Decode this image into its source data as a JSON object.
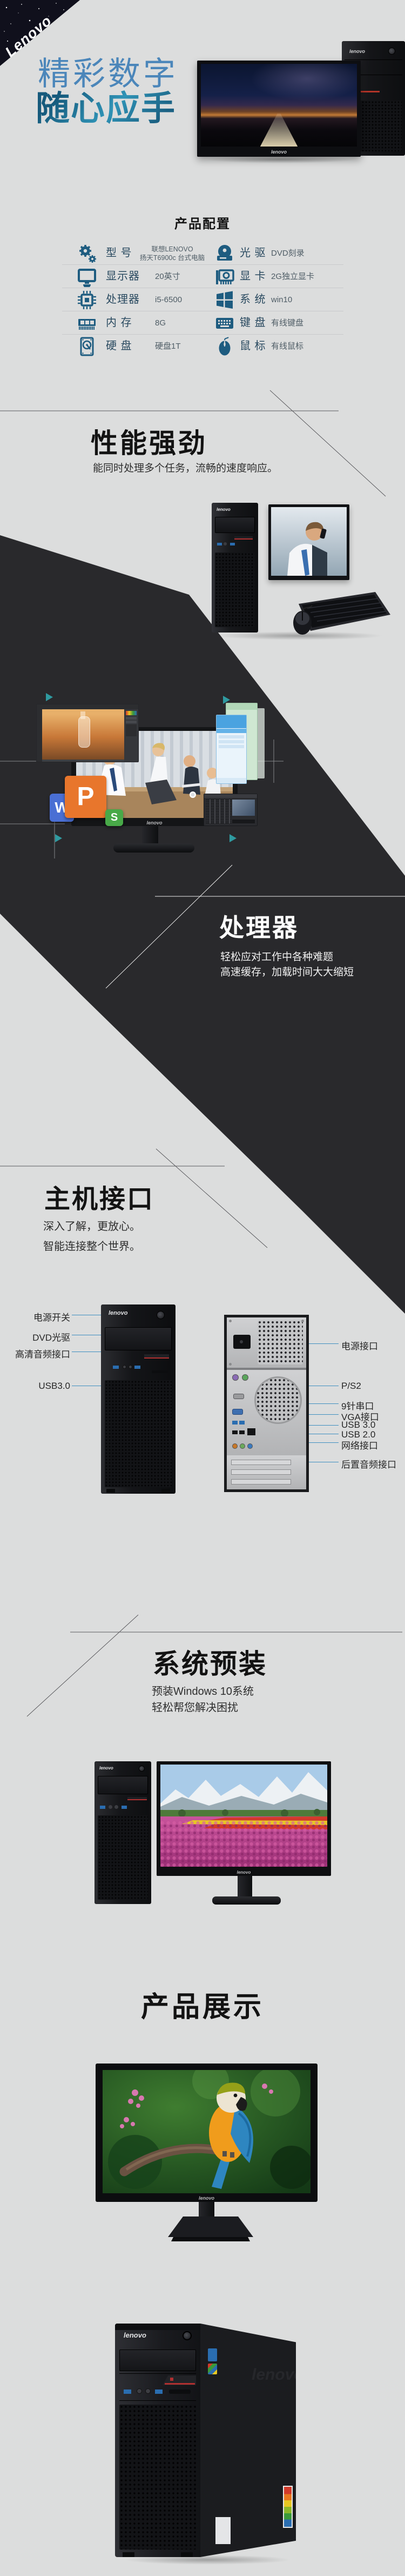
{
  "colors": {
    "background": "#dcdddd",
    "dark_band": "#29292c",
    "accent_blue": "#4b86ba",
    "headline_teal": "#1d6a8c",
    "icon_blue": "#1e5c80",
    "leader_line": "#3f8fc0"
  },
  "banner": {
    "corner_logo": "Lenovo",
    "headline1": "精彩数字",
    "headline2": "随心应手",
    "monitor_brand": "lenovo"
  },
  "config": {
    "title": "产品配置",
    "rows": [
      {
        "left": {
          "icon": "gears-icon",
          "label": "型 号",
          "value": "联想LENOVO",
          "value2": "扬天T6900c 台式电脑"
        },
        "right": {
          "icon": "optical-drive-icon",
          "label": "光 驱",
          "value": "DVD刻录"
        }
      },
      {
        "left": {
          "icon": "monitor-icon",
          "label": "显示器",
          "value": "20英寸"
        },
        "right": {
          "icon": "gpu-card-icon",
          "label": "显 卡",
          "value": "2G独立显卡"
        }
      },
      {
        "left": {
          "icon": "cpu-chip-icon",
          "label": "处理器",
          "value": "i5-6500"
        },
        "right": {
          "icon": "windows-icon",
          "label": "系 统",
          "value": "win10"
        }
      },
      {
        "left": {
          "icon": "ram-icon",
          "label": "内 存",
          "value": "8G"
        },
        "right": {
          "icon": "keyboard-icon",
          "label": "键 盘",
          "value": "有线键盘"
        }
      },
      {
        "left": {
          "icon": "hdd-icon",
          "label": "硬 盘",
          "value": "硬盘1T"
        },
        "right": {
          "icon": "mouse-icon",
          "label": "鼠 标",
          "value": "有线鼠标"
        }
      }
    ]
  },
  "performance": {
    "title": "性能强劲",
    "subtitle": "能同时处理多个任务，流畅的速度响应。",
    "tower_brand": "lenovo"
  },
  "collage": {
    "monitor_brand": "lenovo",
    "icon_w": "W",
    "icon_p": "P",
    "icon_s": "S"
  },
  "processor": {
    "title": "处理器",
    "line1": "轻松应对工作中各种难题",
    "line2": "高速缓存，加载时间大大缩短"
  },
  "ports": {
    "title": "主机接口",
    "line1": "深入了解，更放心。",
    "line2": "智能连接整个世界。",
    "tower_brand": "lenovo",
    "front_labels": [
      "电源开关",
      "DVD光驱",
      "高清音频接口",
      "USB3.0"
    ],
    "rear_labels": [
      "电源接口",
      "P/S2",
      "9针串口",
      "VGA接口",
      "USB 3.0",
      "USB 2.0",
      "网络接口",
      "后置音频接口"
    ]
  },
  "preinstall": {
    "title": "系统预装",
    "line1": "预装Windows 10系统",
    "line2": "轻松帮您解决困扰",
    "tower_brand": "lenovo",
    "monitor_brand": "lenovo"
  },
  "showcase": {
    "title": "产品展示",
    "monitor_brand": "lenovo",
    "tower_brand": "lenovo"
  }
}
